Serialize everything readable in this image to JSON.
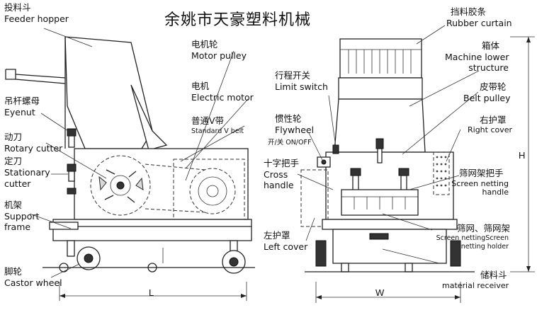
{
  "title": "余姚市天豪塑料机械",
  "labels": {
    "feeder_hopper": {
      "zh": "投料斗",
      "en": "Feeder hopper"
    },
    "eyenut": {
      "zh": "吊杆螺母",
      "en": "Eyenut"
    },
    "rotary_cutter": {
      "zh": "动刀",
      "en": "Rotary cutter"
    },
    "stationary_cutter": {
      "zh": "定刀",
      "en1": "Stationary",
      "en2": "cutter"
    },
    "support_frame": {
      "zh": "机架",
      "en1": "Support",
      "en2": "frame"
    },
    "castor_wheel": {
      "zh": "脚轮",
      "en": "Castor wheel"
    },
    "motor_pulley": {
      "zh": "电机轮",
      "en": "Motor pulley"
    },
    "electric_motor": {
      "zh": "电机",
      "en": "Electric motor"
    },
    "standard_v_belt": {
      "zh": "普通V带",
      "en": "Standard V belt"
    },
    "limit_switch": {
      "zh": "行程开关",
      "en": "Limit switch"
    },
    "flywheel": {
      "zh": "惯性轮",
      "en": "Flywheel"
    },
    "on_off": {
      "text": "开/关 ON/OFF"
    },
    "cross_handle": {
      "zh": "十字把手",
      "en1": "Cross",
      "en2": "handle"
    },
    "left_cover": {
      "zh": "左护罩",
      "en": "Left cover"
    },
    "rubber_curtain": {
      "zh": "挡料胶条",
      "en": "Rubber curtain"
    },
    "machine_lower": {
      "zh": "箱体",
      "en1": "Machine lower",
      "en2": "structure"
    },
    "belt_pulley": {
      "zh": "皮带轮",
      "en": "Belt pulley"
    },
    "right_cover": {
      "zh": "右护罩",
      "en": "Right cover"
    },
    "screen_handle": {
      "zh": "筛网架把手",
      "en1": "Screen netting",
      "en2": "handle"
    },
    "screen_holder": {
      "zh": "筛网、筛网架",
      "en1": "Screen nettingScreen",
      "en2": "netting holder"
    },
    "material_receiver": {
      "zh": "储料斗",
      "en": "material receiver"
    }
  },
  "dimensions": {
    "length": "L",
    "width": "W",
    "height": "H"
  }
}
